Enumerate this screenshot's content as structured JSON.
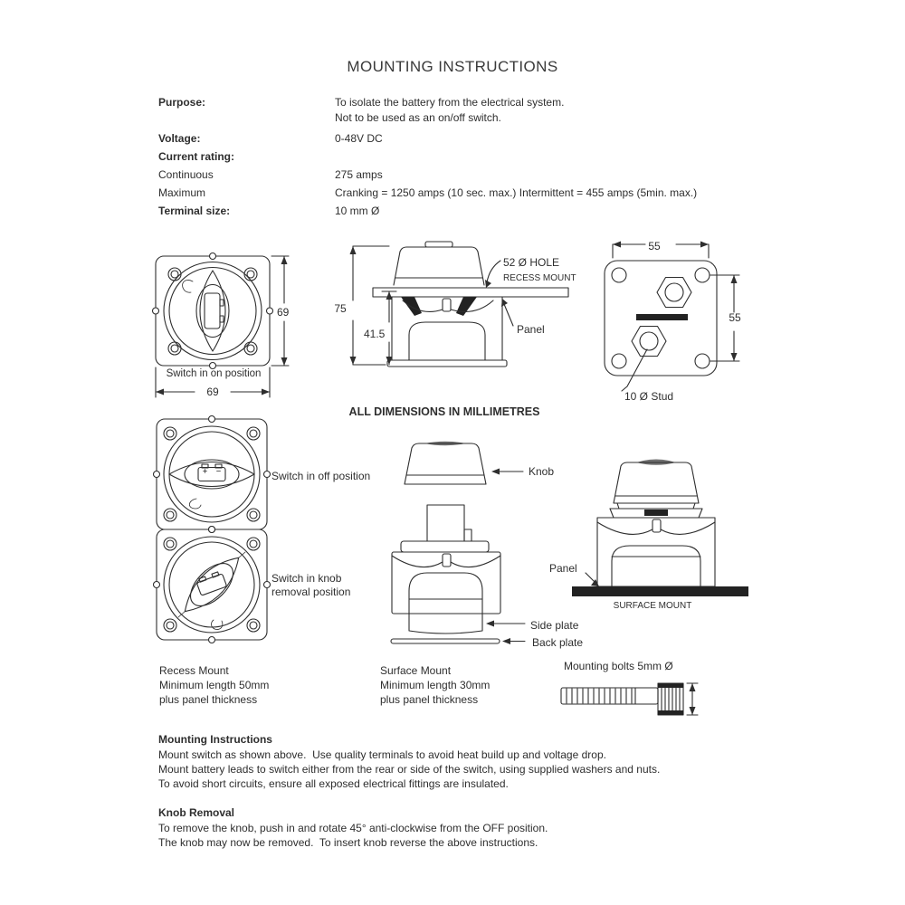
{
  "title": "MOUNTING INSTRUCTIONS",
  "specs": {
    "purpose_label": "Purpose:",
    "purpose_value_1": "To isolate the battery from the electrical system.",
    "purpose_value_2": "Not to be used as an on/off switch.",
    "voltage_label": "Voltage:",
    "voltage_value": "0-48V DC",
    "current_rating_label": "Current rating:",
    "continuous_label": "Continuous",
    "continuous_value": "275 amps",
    "maximum_label": "Maximum",
    "maximum_value": "Cranking = 1250 amps (10 sec. max.) Intermittent = 455 amps (5min. max.)",
    "terminal_label": "Terminal size:",
    "terminal_value": "10 mm Ø"
  },
  "dimensions_note": "ALL DIMENSIONS IN MILLIMETRES",
  "front_on": {
    "caption": "Switch in on position",
    "dim_height": "69",
    "dim_width": "69"
  },
  "recess": {
    "dim_total": "75",
    "dim_depth": "41.5",
    "hole_label": "52 Ø HOLE",
    "mount_label": "RECESS MOUNT",
    "panel_label": "Panel"
  },
  "back": {
    "dim_top": "55",
    "dim_right": "55",
    "stud_label": "10 Ø Stud"
  },
  "front_off": {
    "caption": "Switch in off position"
  },
  "front_removal": {
    "caption_1": "Switch in knob",
    "caption_2": "removal position"
  },
  "exploded": {
    "knob_label": "Knob",
    "side_plate_label": "Side plate",
    "back_plate_label": "Back plate"
  },
  "surface": {
    "panel_label": "Panel",
    "caption": "SURFACE MOUNT"
  },
  "mount_notes": {
    "recess": [
      "Recess Mount",
      "Minimum length 50mm",
      "plus panel thickness"
    ],
    "surface": [
      "Surface Mount",
      "Minimum length 30mm",
      "plus panel thickness"
    ],
    "bolts": "Mounting bolts 5mm Ø"
  },
  "mounting_instructions": {
    "heading": "Mounting Instructions",
    "line_1": "Mount switch as shown above.  Use quality terminals to avoid heat build up and voltage drop.",
    "line_2": "Mount battery leads to switch either from the rear or side of the switch, using supplied washers and nuts.",
    "line_3": "To avoid short circuits, ensure all exposed electrical fittings are insulated."
  },
  "knob_removal": {
    "heading": "Knob Removal",
    "line_1": "To remove the knob, push in and rotate 45° anti-clockwise from the OFF position.",
    "line_2": "The knob may now be removed.  To insert knob reverse the above instructions."
  }
}
